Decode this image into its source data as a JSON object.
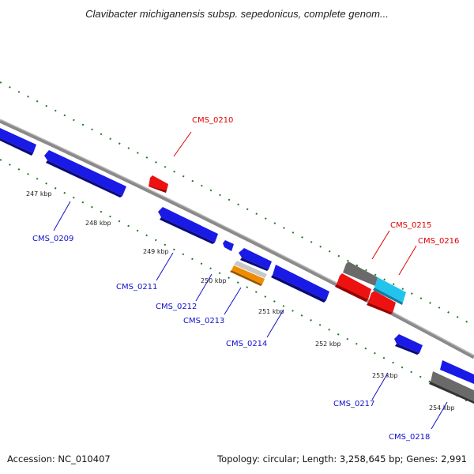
{
  "title": "Clavibacter michiganensis subsp. sepedonicus, complete genom...",
  "footer": {
    "accession": "Accession: NC_010407",
    "summary": "Topology: circular; Length: 3,258,645 bp; Genes: 2,991"
  },
  "colors": {
    "backbone": "#8a8a8a",
    "tick_dots": "#1e7a1e",
    "forward_label": "#e00000",
    "reverse_label": "#1010cc",
    "gene_blue": "#1a1ae6",
    "gene_red": "#ee1111",
    "gene_gray": "#6a6a6a",
    "gene_light_gray": "#c8c8c8",
    "gene_orange": "#f08c00",
    "gene_cyan": "#22c4ee"
  },
  "kbp_ticks": [
    "247 kbp",
    "248 kbp",
    "249 kbp",
    "250 kbp",
    "251 kbp",
    "252 kbp",
    "253 kbp",
    "254 kbp"
  ],
  "gene_labels": {
    "forward": [
      "CMS_0210",
      "CMS_0215",
      "CMS_0216"
    ],
    "reverse": [
      "CMS_0209",
      "CMS_0211",
      "CMS_0212",
      "CMS_0213",
      "CMS_0214",
      "CMS_0217",
      "CMS_0218"
    ]
  }
}
